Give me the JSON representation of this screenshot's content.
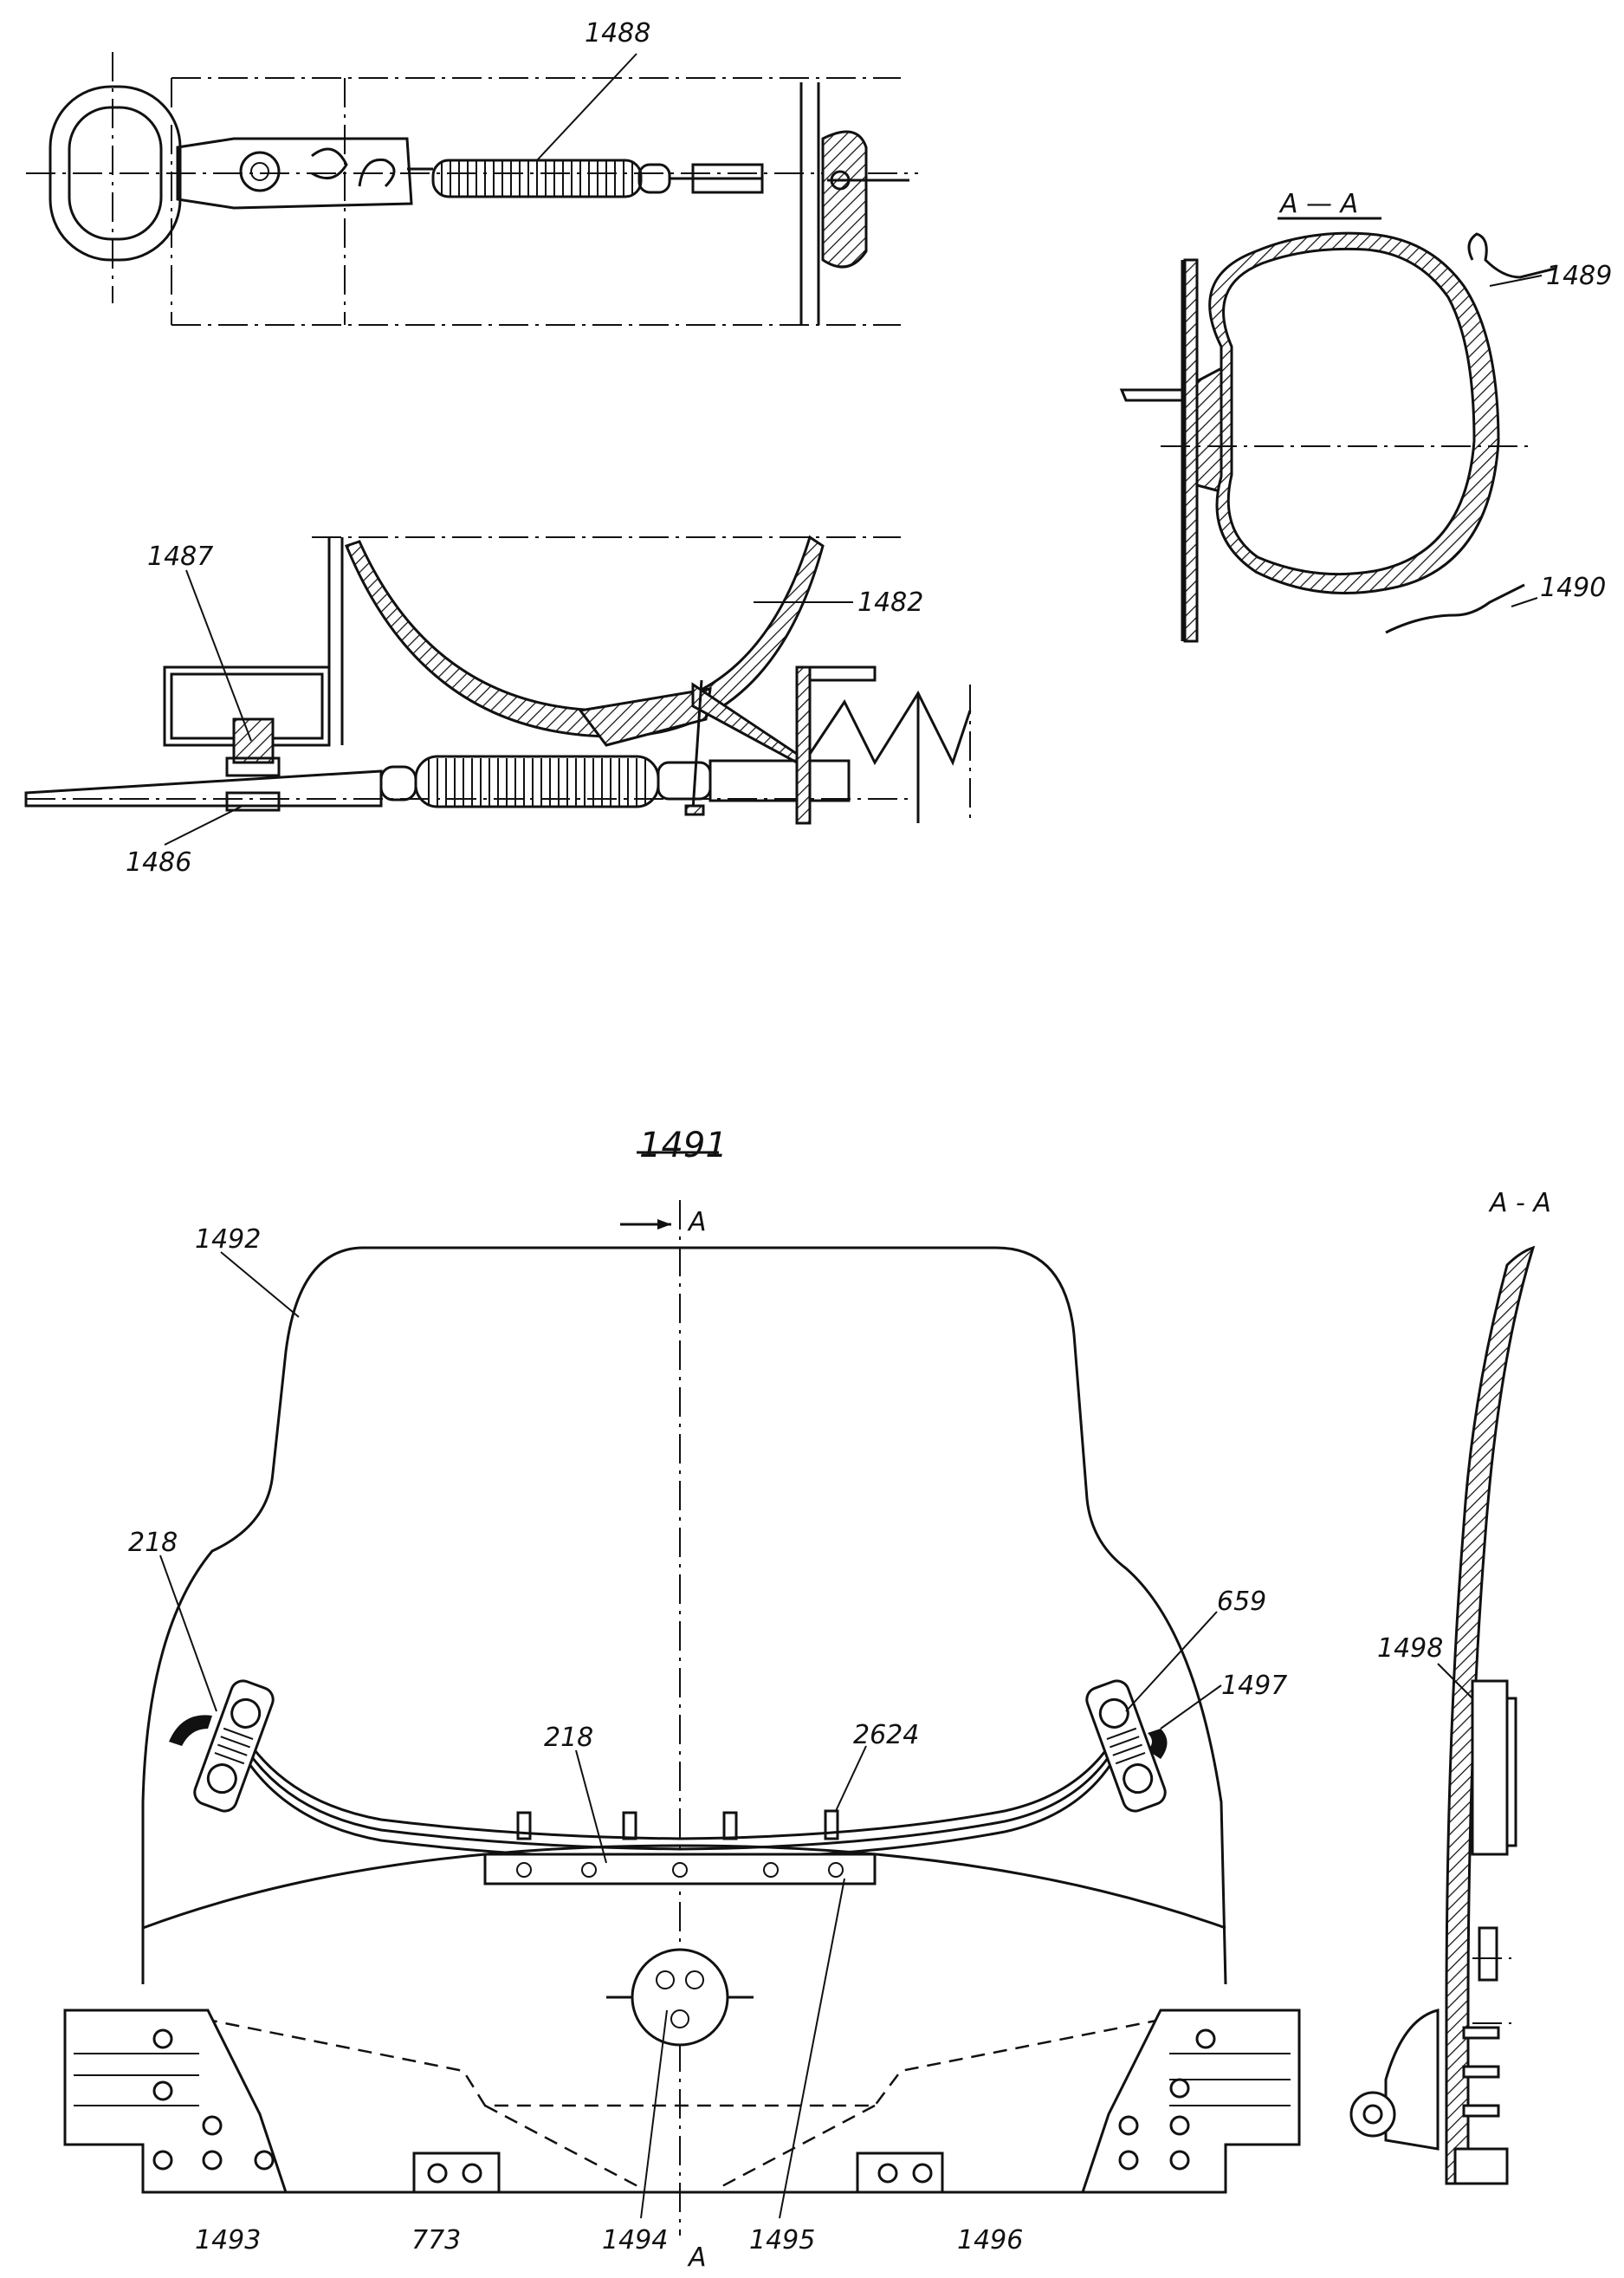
{
  "figure": {
    "title": "1491",
    "labels": {
      "l1488": "1488",
      "l1489": "1489",
      "l1490": "1490",
      "l1487": "1487",
      "l1482": "1482",
      "l1486": "1486",
      "l1492": "1492",
      "l218a": "218",
      "l218b": "218",
      "l2624": "2624",
      "l659": "659",
      "l1497": "1497",
      "l1498": "1498",
      "l1493": "1493",
      "l773": "773",
      "l1494": "1494",
      "l1495": "1495",
      "l1496": "1496"
    },
    "section_labels": {
      "top_section": "A — A",
      "side_section": "A - A",
      "cut_top": "A",
      "cut_bottom": "A"
    }
  }
}
